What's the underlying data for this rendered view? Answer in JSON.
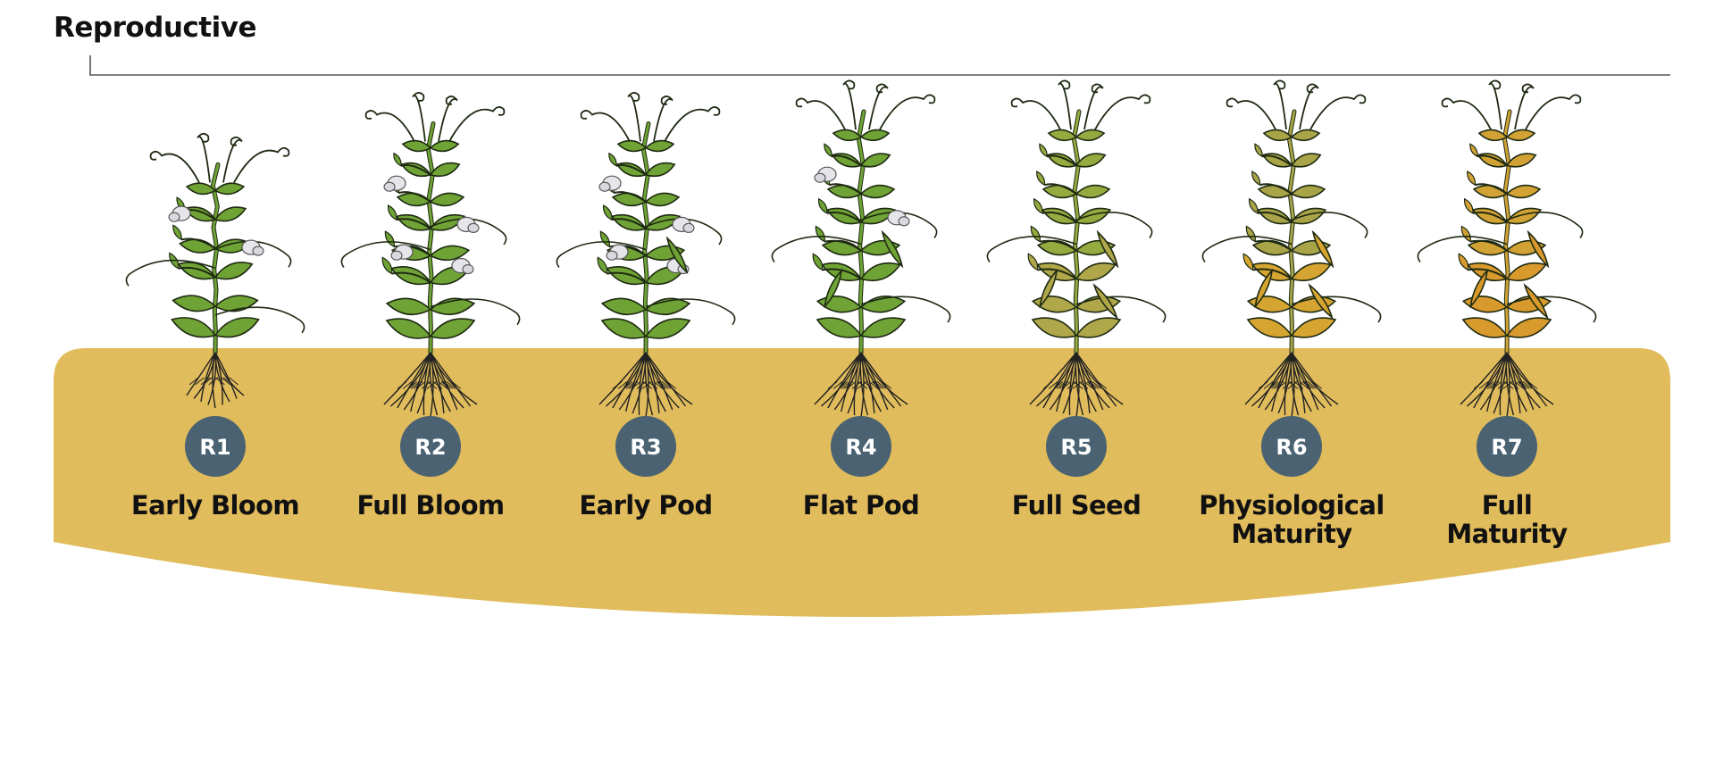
{
  "section": {
    "title": "Reproductive"
  },
  "colors": {
    "soil": "#e1bc5c",
    "badge": "#4a6272",
    "bracket_line": "#555555",
    "root": "#222222",
    "outline": "#1e2a12"
  },
  "stages": [
    {
      "code": "R1",
      "label_lines": [
        "Early Bloom"
      ],
      "plant_height": 0.78,
      "leaf": "#6fa335",
      "flowers": 2,
      "pods": 0,
      "root": "small"
    },
    {
      "code": "R2",
      "label_lines": [
        "Full Bloom"
      ],
      "plant_height": 0.95,
      "leaf": "#6fa335",
      "flowers": 4,
      "pods": 0,
      "root": "large"
    },
    {
      "code": "R3",
      "label_lines": [
        "Early Pod"
      ],
      "plant_height": 0.95,
      "leaf": "#6fa335",
      "flowers": 4,
      "pods": 1,
      "root": "large"
    },
    {
      "code": "R4",
      "label_lines": [
        "Flat Pod"
      ],
      "plant_height": 1.0,
      "leaf": "#6fa335",
      "flowers": 2,
      "pods": 2,
      "root": "large"
    },
    {
      "code": "R5",
      "label_lines": [
        "Full Seed"
      ],
      "plant_height": 1.0,
      "leaf": "#95aa3f",
      "leaf2": "#b0a64a",
      "flowers": 0,
      "pods": 3,
      "root": "large"
    },
    {
      "code": "R6",
      "label_lines": [
        "Physiological",
        "Maturity"
      ],
      "plant_height": 1.0,
      "leaf": "#a9a448",
      "leaf2": "#d6a531",
      "flowers": 0,
      "pods": 3,
      "root": "large"
    },
    {
      "code": "R7",
      "label_lines": [
        "Full",
        "Maturity"
      ],
      "plant_height": 1.0,
      "leaf": "#d2a234",
      "leaf2": "#d89a2c",
      "flowers": 0,
      "pods": 3,
      "root": "large"
    }
  ]
}
